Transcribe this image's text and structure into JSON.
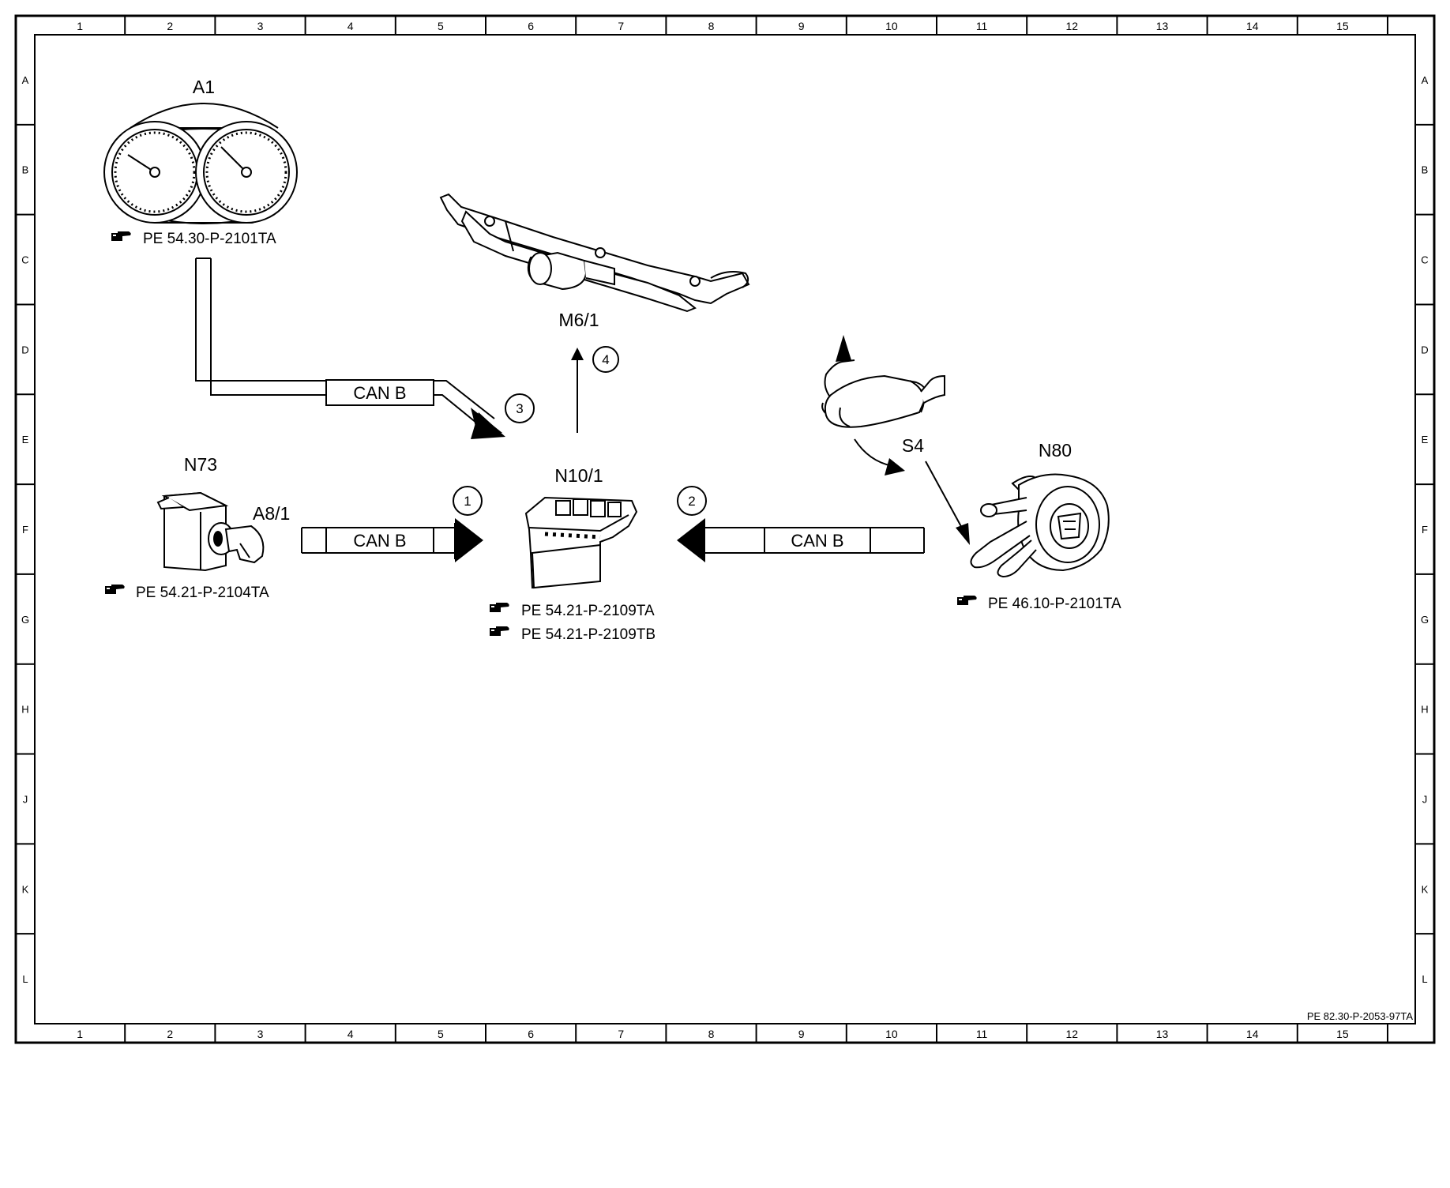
{
  "frame": {
    "columns": [
      "1",
      "2",
      "3",
      "4",
      "5",
      "6",
      "7",
      "8",
      "9",
      "10",
      "11",
      "12",
      "13",
      "14",
      "15"
    ],
    "rows": [
      "A",
      "B",
      "C",
      "D",
      "E",
      "F",
      "G",
      "H",
      "J",
      "K",
      "L"
    ],
    "footer_ref": "PE 82.30-P-2053-97TA"
  },
  "components": {
    "instrument_cluster": {
      "label": "A1",
      "ref": "PE 54.30-P-2101TA"
    },
    "wiper_motor": {
      "label": "M6/1"
    },
    "ignition_switch": {
      "label": "N73",
      "sub_label": "A8/1",
      "ref": "PE 54.21-P-2104TA"
    },
    "sam_control_unit": {
      "label": "N10/1",
      "ref_1": "PE 54.21-P-2109TA",
      "ref_2": "PE 54.21-P-2109TB"
    },
    "combination_switch": {
      "label": "S4"
    },
    "steering_column_module": {
      "label": "N80",
      "ref": "PE 46.10-P-2101TA"
    }
  },
  "connections": {
    "can_top": {
      "label": "CAN B",
      "step": "3"
    },
    "can_left": {
      "label": "CAN B",
      "step": "1"
    },
    "can_right": {
      "label": "CAN B",
      "step": "2"
    },
    "motor_output": {
      "step": "4"
    }
  },
  "colors": {
    "line": "#000000",
    "background": "#ffffff"
  }
}
